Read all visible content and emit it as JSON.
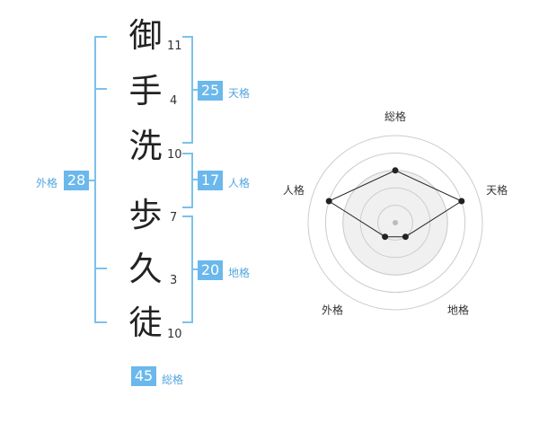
{
  "name": {
    "chars": [
      {
        "char": "御",
        "strokes": "11"
      },
      {
        "char": "手",
        "strokes": "4"
      },
      {
        "char": "洗",
        "strokes": "10"
      },
      {
        "char": "歩",
        "strokes": "7"
      },
      {
        "char": "久",
        "strokes": "3"
      },
      {
        "char": "徒",
        "strokes": "10"
      }
    ]
  },
  "fortunes": {
    "tenkaku": {
      "value": "25",
      "label": "天格"
    },
    "jinkaku": {
      "value": "17",
      "label": "人格"
    },
    "chikaku": {
      "value": "20",
      "label": "地格"
    },
    "gaikaku": {
      "value": "28",
      "label": "外格"
    },
    "soukaku": {
      "value": "45",
      "label": "総格"
    }
  },
  "radar": {
    "axes": [
      "総格",
      "天格",
      "地格",
      "外格",
      "人格"
    ],
    "levels": 5,
    "values": [
      3,
      4,
      1,
      1,
      4
    ],
    "colors": {
      "grid": "#cccccc",
      "fill": "#eeeeee",
      "line": "#222222",
      "center": "#bbbbbb"
    }
  },
  "colors": {
    "accent": "#6ab8ec"
  }
}
